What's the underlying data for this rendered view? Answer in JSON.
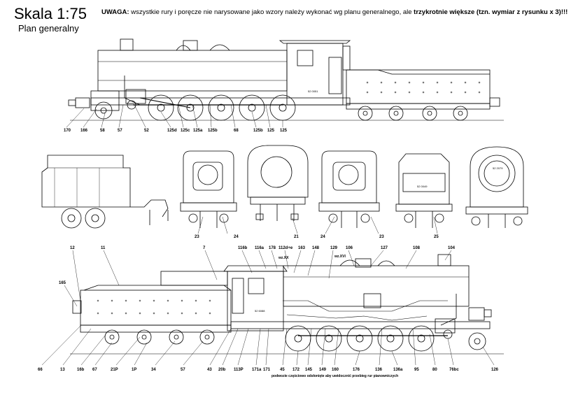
{
  "header": {
    "title": "Skala 1:75",
    "subtitle": "Plan generalny",
    "warning_prefix": "UWAGA:",
    "warning_text": " wszystkie rury i poręcze nie narysowane jako wzory należy wykonać wg planu generalnego, ale ",
    "warning_emphasis": "trzykrotnie większe (tzn. wymiar z rysunku x 3)!!!"
  },
  "top_side_labels": [
    "170",
    "166",
    "58",
    "57",
    "52",
    "125d",
    "125c",
    "125a",
    "125b",
    "68",
    "125b",
    "125",
    "125"
  ],
  "middle_view_labels": [
    "23",
    "24",
    "21",
    "24",
    "23",
    "25"
  ],
  "bottom_top_labels": [
    "12",
    "11",
    "7",
    "116b",
    "116a",
    "178",
    "112d+e",
    "163",
    "148",
    "129",
    "106",
    "127",
    "108",
    "104",
    "165"
  ],
  "bottom_bottom_labels": [
    "66",
    "13",
    "16b",
    "67",
    "21P",
    "1P",
    "34",
    "57",
    "43",
    "20b",
    "113P",
    "171a",
    "171",
    "45",
    "172",
    "145",
    "149",
    "160",
    "176",
    "136",
    "136a",
    "95",
    "80",
    "76bc",
    "126"
  ],
  "cab_numbers": [
    "52 2079",
    "52 0049",
    "52 0051",
    "52 6088"
  ],
  "bottom_note": "podwozie częściowo odsłonięte aby uwidocznić przebieg rur pianowniczych"
}
